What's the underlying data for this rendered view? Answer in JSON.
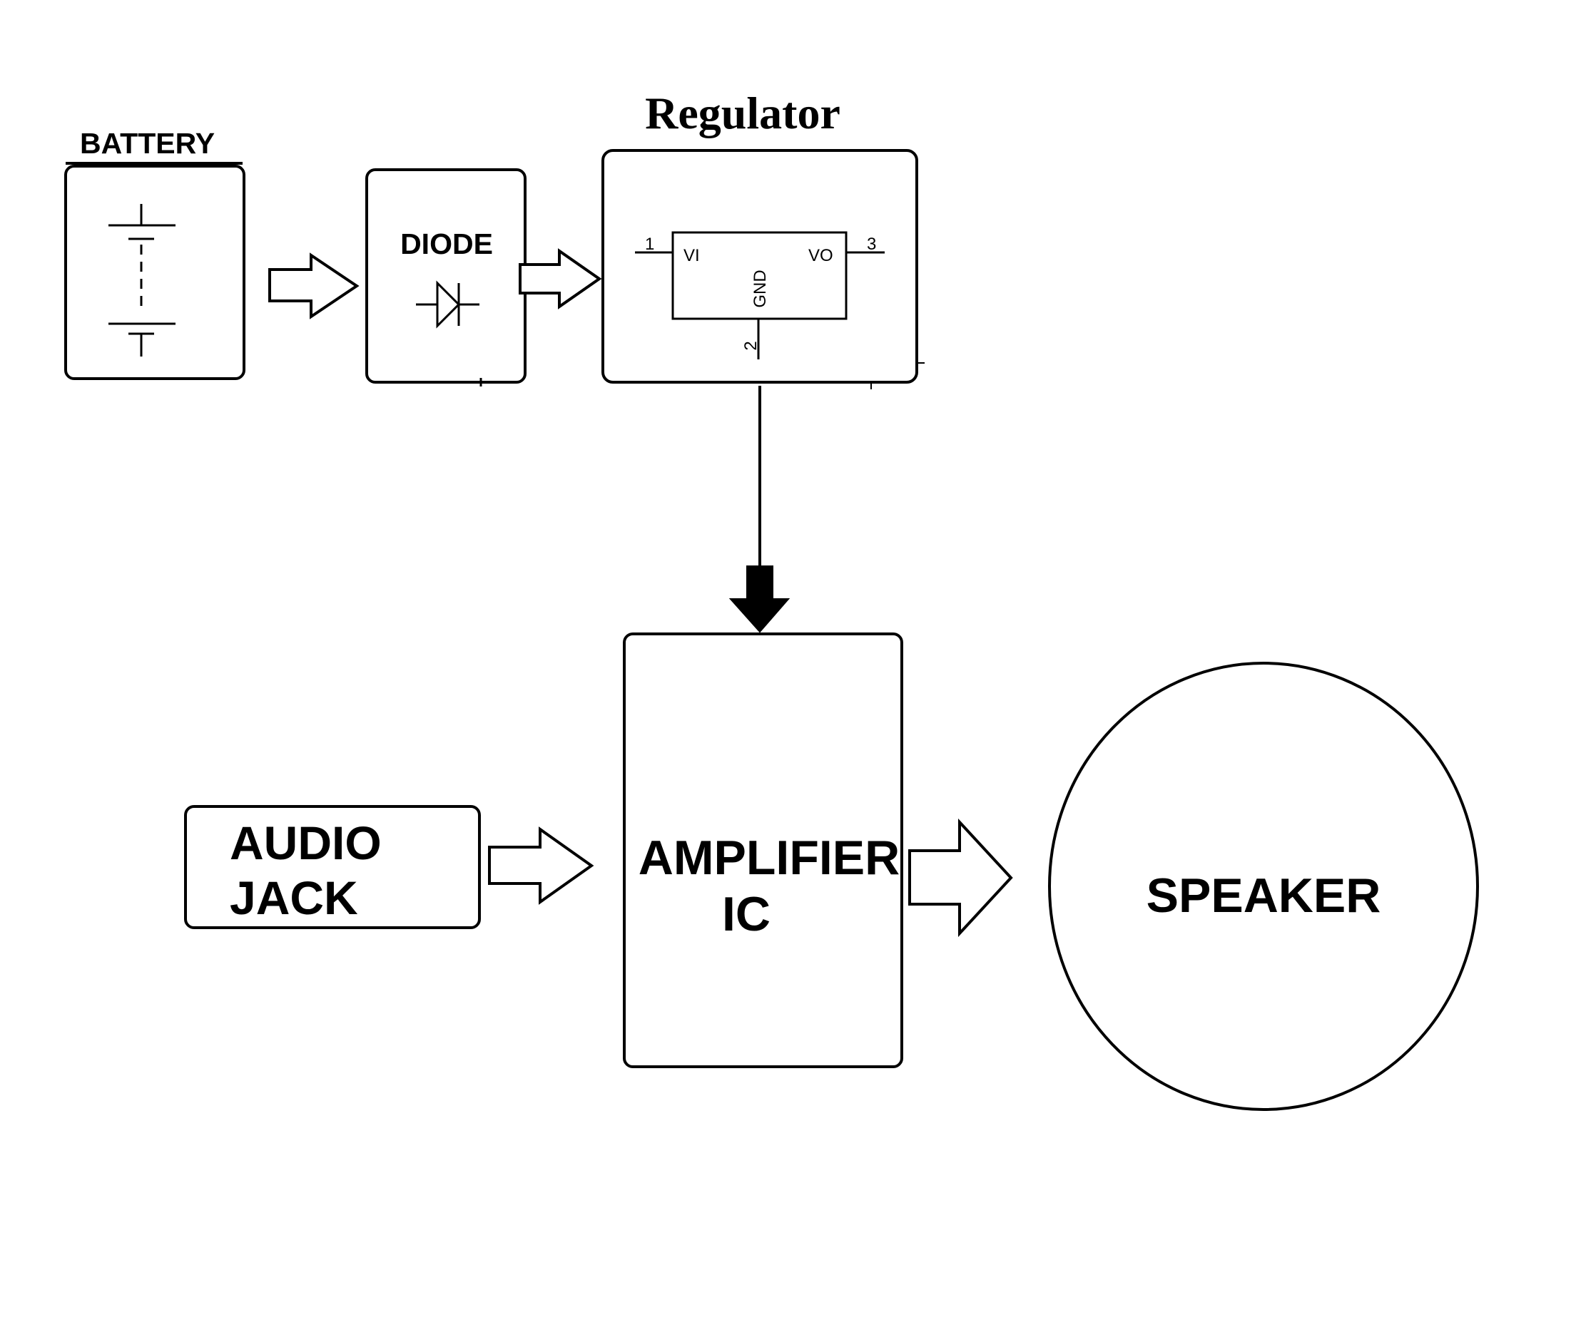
{
  "labels": {
    "battery": "BATTERY",
    "diode": "DIODE",
    "regulator": "Regulator",
    "amplifier_line1": "AMPLIFIER",
    "amplifier_line2": "IC",
    "audio_line1": "AUDIO",
    "audio_line2": "JACK",
    "speaker": "SPEAKER"
  },
  "regulator_ic": {
    "pin_in_number": "1",
    "pin_in_label": "VI",
    "pin_out_number": "3",
    "pin_out_label": "VO",
    "pin_gnd_label": "GND",
    "pin_gnd_number": "2"
  },
  "colors": {
    "stroke": "#000000",
    "background": "#ffffff"
  }
}
